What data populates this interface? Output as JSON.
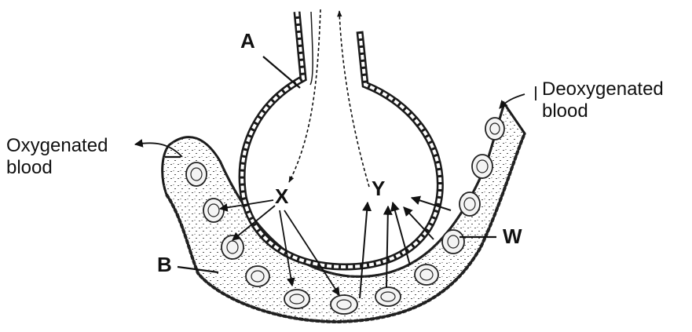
{
  "labels": {
    "A": "A",
    "B": "B",
    "W": "W",
    "X": "X",
    "Y": "Y",
    "oxygenated_line1": "Oxygenated",
    "oxygenated_line2": "blood",
    "deoxygenated_line1": "Deoxygenated",
    "deoxygenated_line2": "blood"
  },
  "colors": {
    "ink": "#111111",
    "background": "#ffffff",
    "stipple": "#5a5a5a"
  }
}
